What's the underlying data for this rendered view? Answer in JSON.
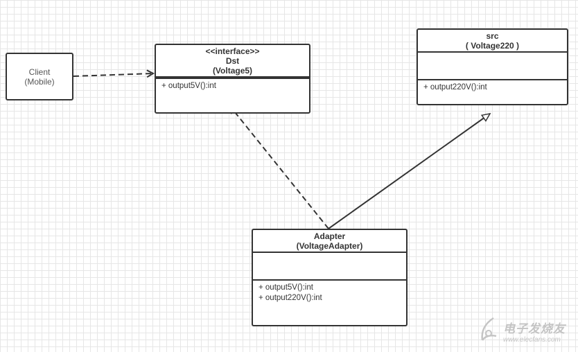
{
  "client": {
    "line1": "Client",
    "line2": "(Mobile)"
  },
  "dst": {
    "stereotype": "<<interface>>",
    "name": "Dst",
    "subtitle": "(Voltage5)",
    "operations": [
      "+ output5V():int"
    ]
  },
  "src": {
    "name": "src",
    "subtitle": "( Voltage220 )",
    "operations": [
      "+ output220V():int"
    ]
  },
  "adapter": {
    "name": "Adapter",
    "subtitle": "(VoltageAdapter)",
    "operations": [
      "+ output5V():int",
      "+ output220V():int"
    ]
  },
  "watermark": {
    "brand": "电子发烧友",
    "url": "www.elecfans.com"
  }
}
